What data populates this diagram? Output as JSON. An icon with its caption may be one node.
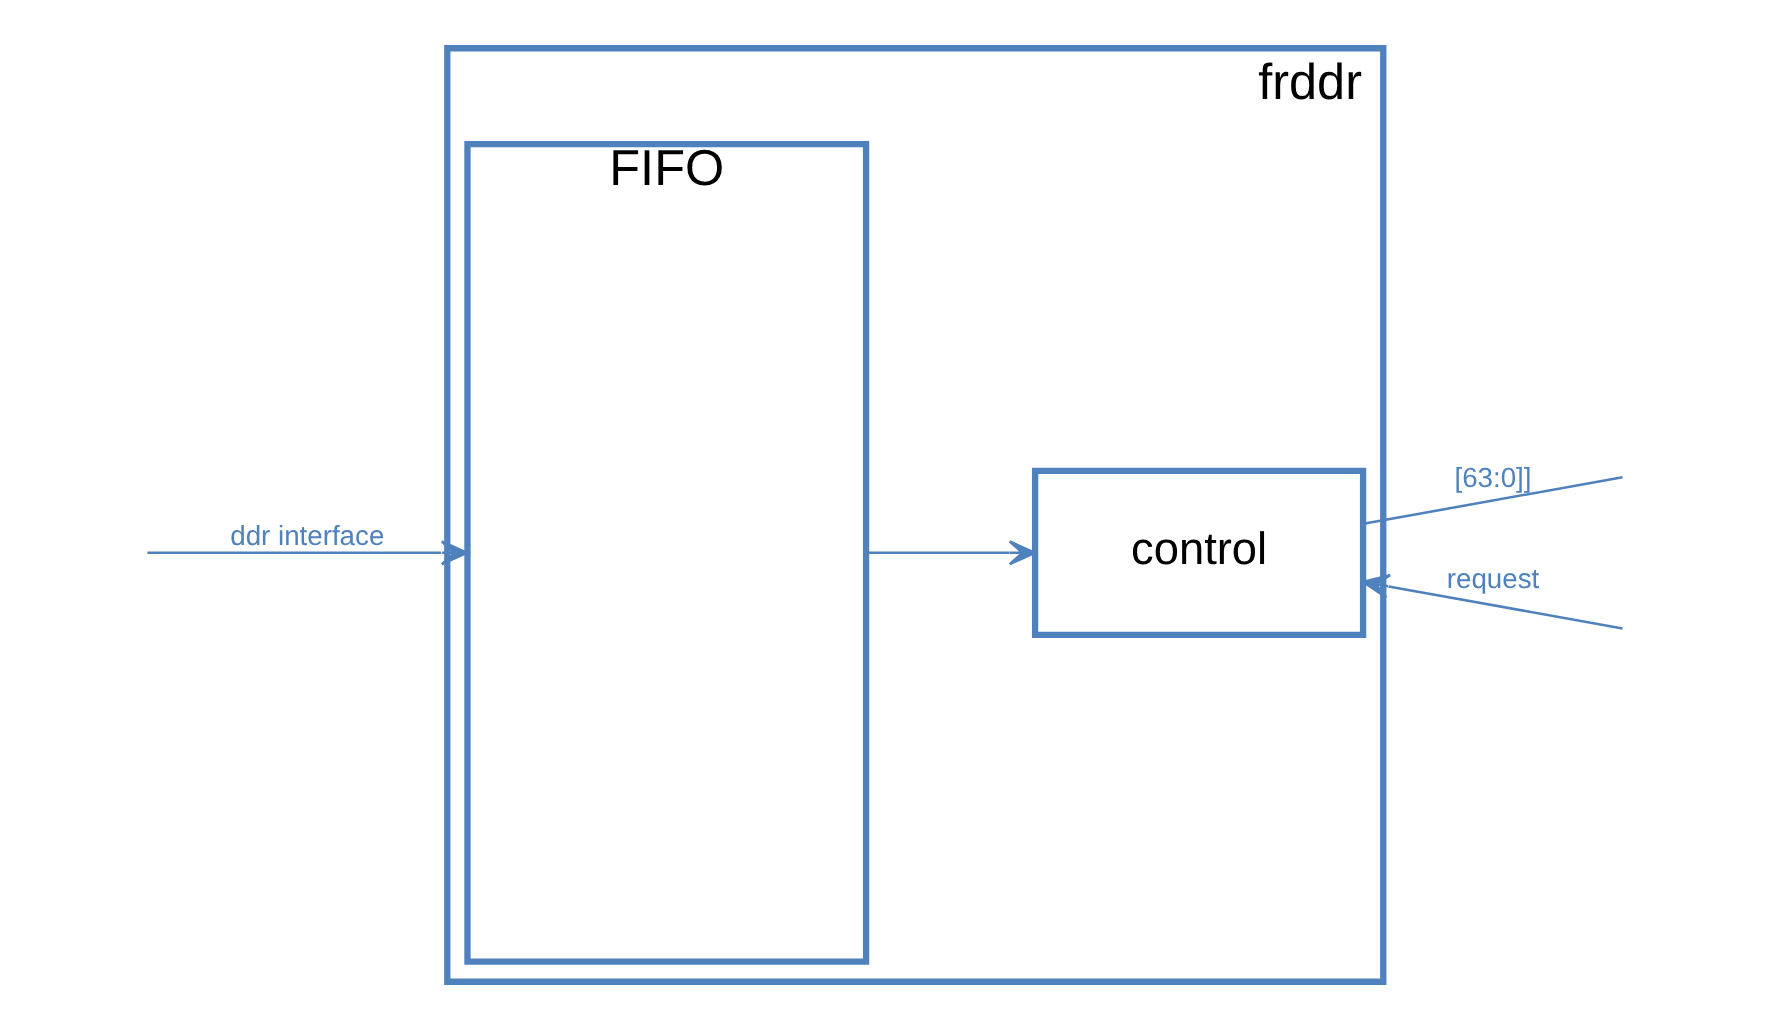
{
  "diagram": {
    "nodes": [
      {
        "text": [
          "frddr"
        ]
      },
      {
        "text": [
          "FIFO"
        ],
        "in": 0
      },
      {
        "text": [
          "control"
        ],
        "in": 0
      }
    ],
    "edges": [
      {
        "from": null,
        "to": 1,
        "arrow": "to",
        "label": "ddr interface"
      },
      {
        "from": 1,
        "to": 2,
        "arrow": "to"
      },
      {
        "from": 2,
        "to": null,
        "arrow": "none",
        "label": "[63:0]]"
      },
      {
        "from": null,
        "to": 2,
        "arrow": "to",
        "label": "request"
      }
    ]
  }
}
